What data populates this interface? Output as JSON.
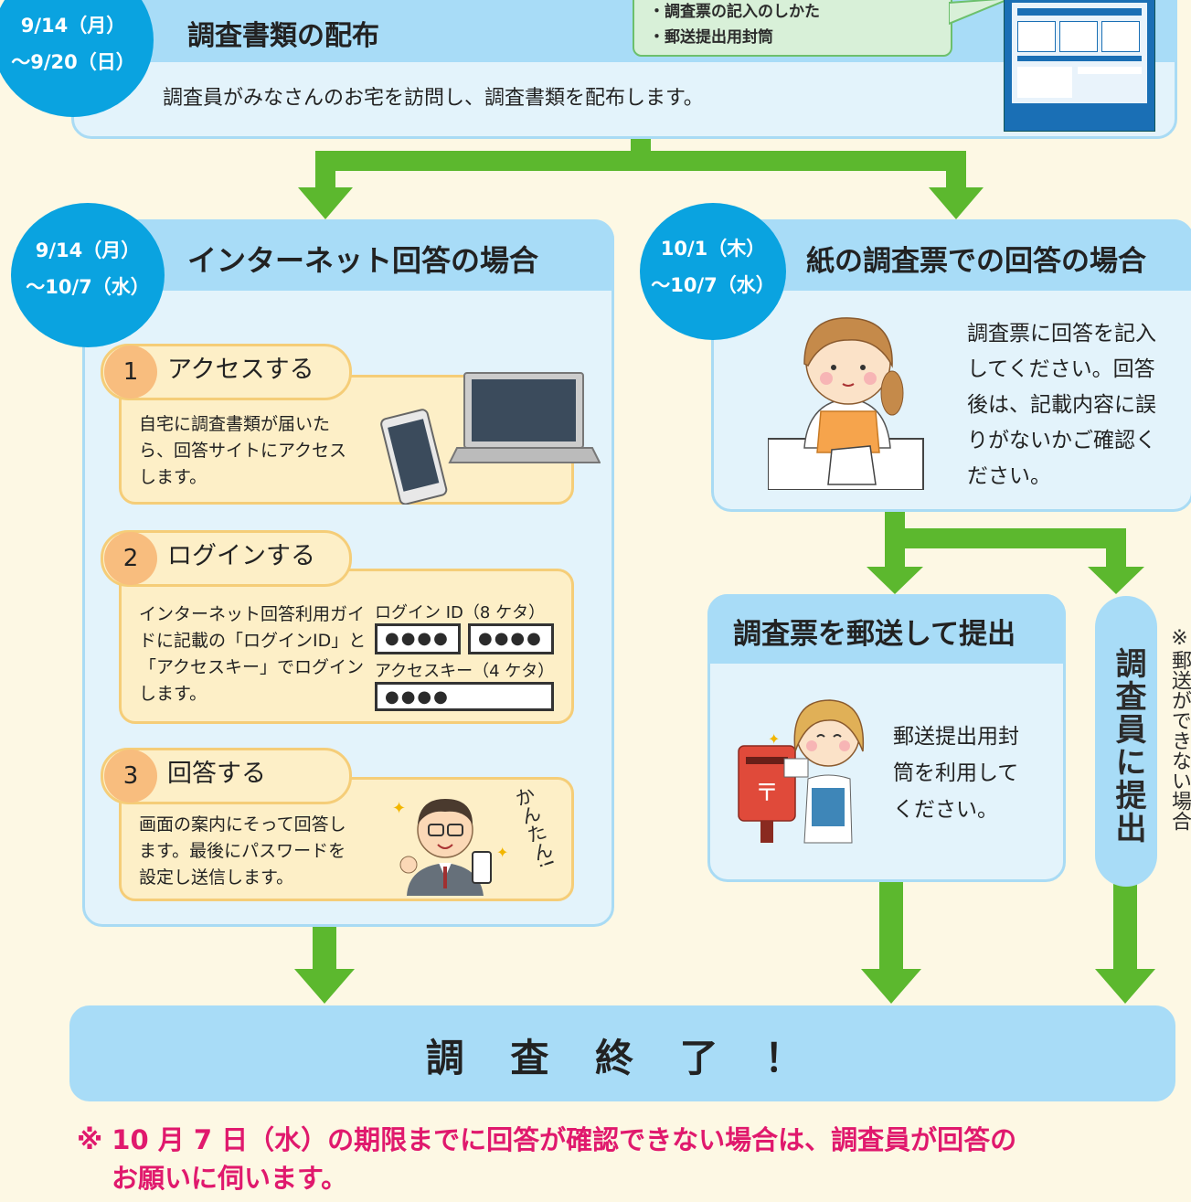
{
  "distribution": {
    "date_line1": "9/14（月）",
    "date_line2": "～9/20（日）",
    "title": "調査書類の配布",
    "description": "調査員がみなさんのお宅を訪問し、調査書類を配布します。",
    "bubble_items": [
      "・調査票の記入のしかた",
      "・郵送提出用封筒"
    ]
  },
  "internet": {
    "date_line1": "9/14（月）",
    "date_line2": "～10/7（水）",
    "title": "インターネット回答の場合",
    "steps": [
      {
        "num": "1",
        "title": "アクセスする",
        "text": "自宅に調査書類が届いたら、回答サイトにアクセスします。"
      },
      {
        "num": "2",
        "title": "ログインする",
        "text": "インターネット回答利用ガイドに記載の「ログインID」と「アクセスキー」でログインします。"
      },
      {
        "num": "3",
        "title": "回答する",
        "text": "画面の案内にそって回答します。最後にパスワードを設定し送信します。"
      }
    ],
    "login_id_label": "ログイン ID（8 ケタ）",
    "access_key_label": "アクセスキー（4 ケタ）",
    "masked": "●●●●",
    "kantan": "かんたん!"
  },
  "paper": {
    "date_line1": "10/1（木）",
    "date_line2": "～10/7（水）",
    "title": "紙の調査票での回答の場合",
    "text": "調査票に回答を記入してください。回答後は、記載内容に誤りがないかご確認ください。"
  },
  "mail": {
    "title": "調査票を郵送して提出",
    "text": "郵送提出用封筒を利用してください。"
  },
  "collector": {
    "title": "調査員に提出",
    "note": "※郵送ができない場合"
  },
  "end": {
    "text": "調 査 終 了 ！"
  },
  "footnote": {
    "line1": "※ 10 月 7 日（水）の期限までに回答が確認できない場合は、調査員が回答の",
    "line2": "お願いに伺います。"
  },
  "colors": {
    "arrow": "#5cb82e",
    "circle": "#0aa3e0",
    "header": "#a8dcf7",
    "note": "#e0196d"
  }
}
